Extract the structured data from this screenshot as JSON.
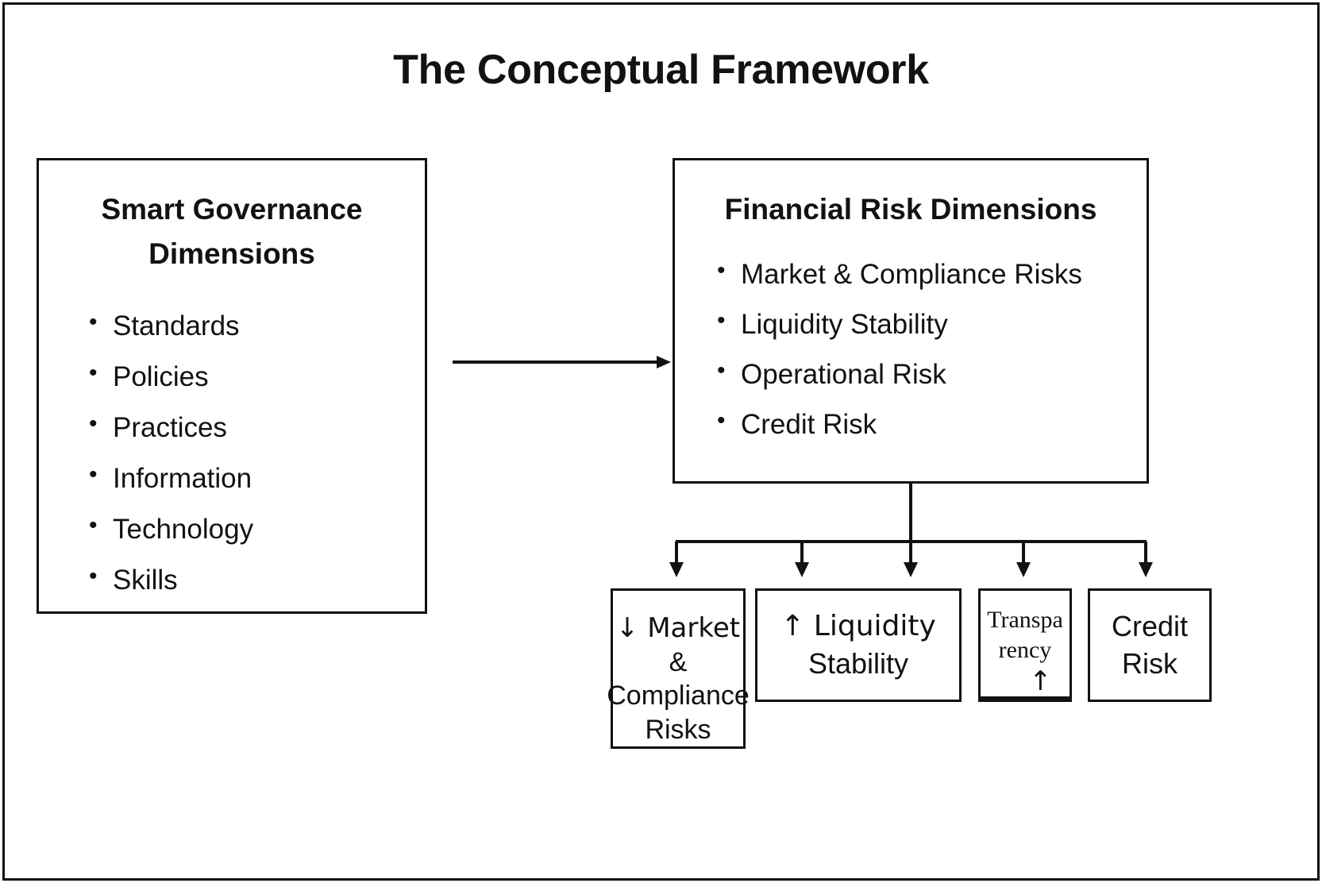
{
  "figure": {
    "title": "The Conceptual Framework",
    "frame_color": "#121212",
    "background_color": "#ffffff"
  },
  "governance_box": {
    "heading": "Smart Governance Dimensions",
    "items": [
      "Standards",
      "Policies",
      "Practices",
      "Information",
      "Technology",
      "Skills"
    ]
  },
  "risk_box": {
    "heading": "Financial Risk Dimensions",
    "items": [
      "Market & Compliance Risks",
      "Liquidity Stability",
      "Operational Risk",
      "Credit Risk"
    ]
  },
  "outcomes": [
    {
      "id": "market",
      "line1": "↓ Market",
      "line2": "&",
      "line3": "Compliance",
      "line4": "Risks"
    },
    {
      "id": "liquidity",
      "line1": "↑ Liquidity",
      "line2": "Stability"
    },
    {
      "id": "transparency",
      "line1": "Transpa",
      "line2": "rency",
      "arrow": "↑"
    },
    {
      "id": "credit",
      "line1": "Credit",
      "line2": "Risk"
    }
  ],
  "connectors": {
    "governance_to_risk": "arrow-right",
    "risk_to_outcomes": "vertical-bus-with-five-down-arrows",
    "down_arrow_count": 5
  }
}
